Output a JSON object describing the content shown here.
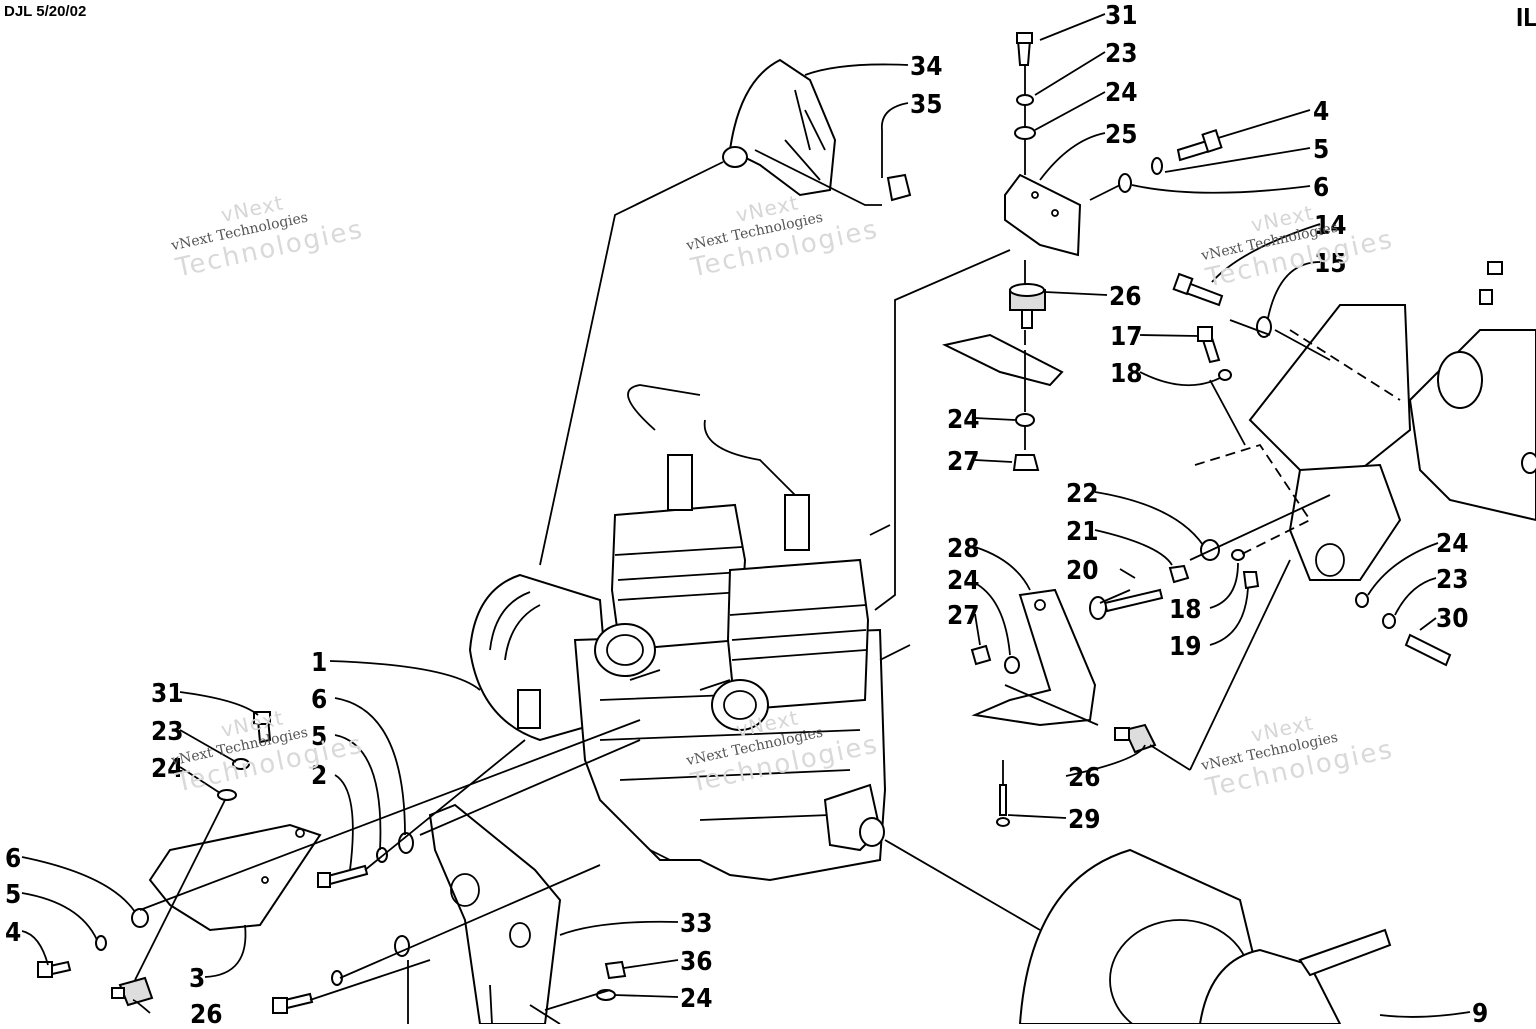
{
  "header": {
    "left_code": "DJL 5/20/02",
    "right_code": "IL"
  },
  "watermark": {
    "line1": "vNext",
    "line2": "vNext Technologies",
    "line3": "Technologies"
  },
  "callouts": [
    "31",
    "23",
    "24",
    "25",
    "4",
    "5",
    "6",
    "34",
    "35",
    "14",
    "15",
    "26",
    "17",
    "18",
    "24",
    "27",
    "22",
    "21",
    "20",
    "18",
    "19",
    "28",
    "24",
    "27",
    "24",
    "23",
    "30",
    "1",
    "6",
    "5",
    "2",
    "31",
    "23",
    "24",
    "6",
    "5",
    "4",
    "3",
    "26",
    "33",
    "36",
    "24",
    "26",
    "29",
    "9"
  ]
}
